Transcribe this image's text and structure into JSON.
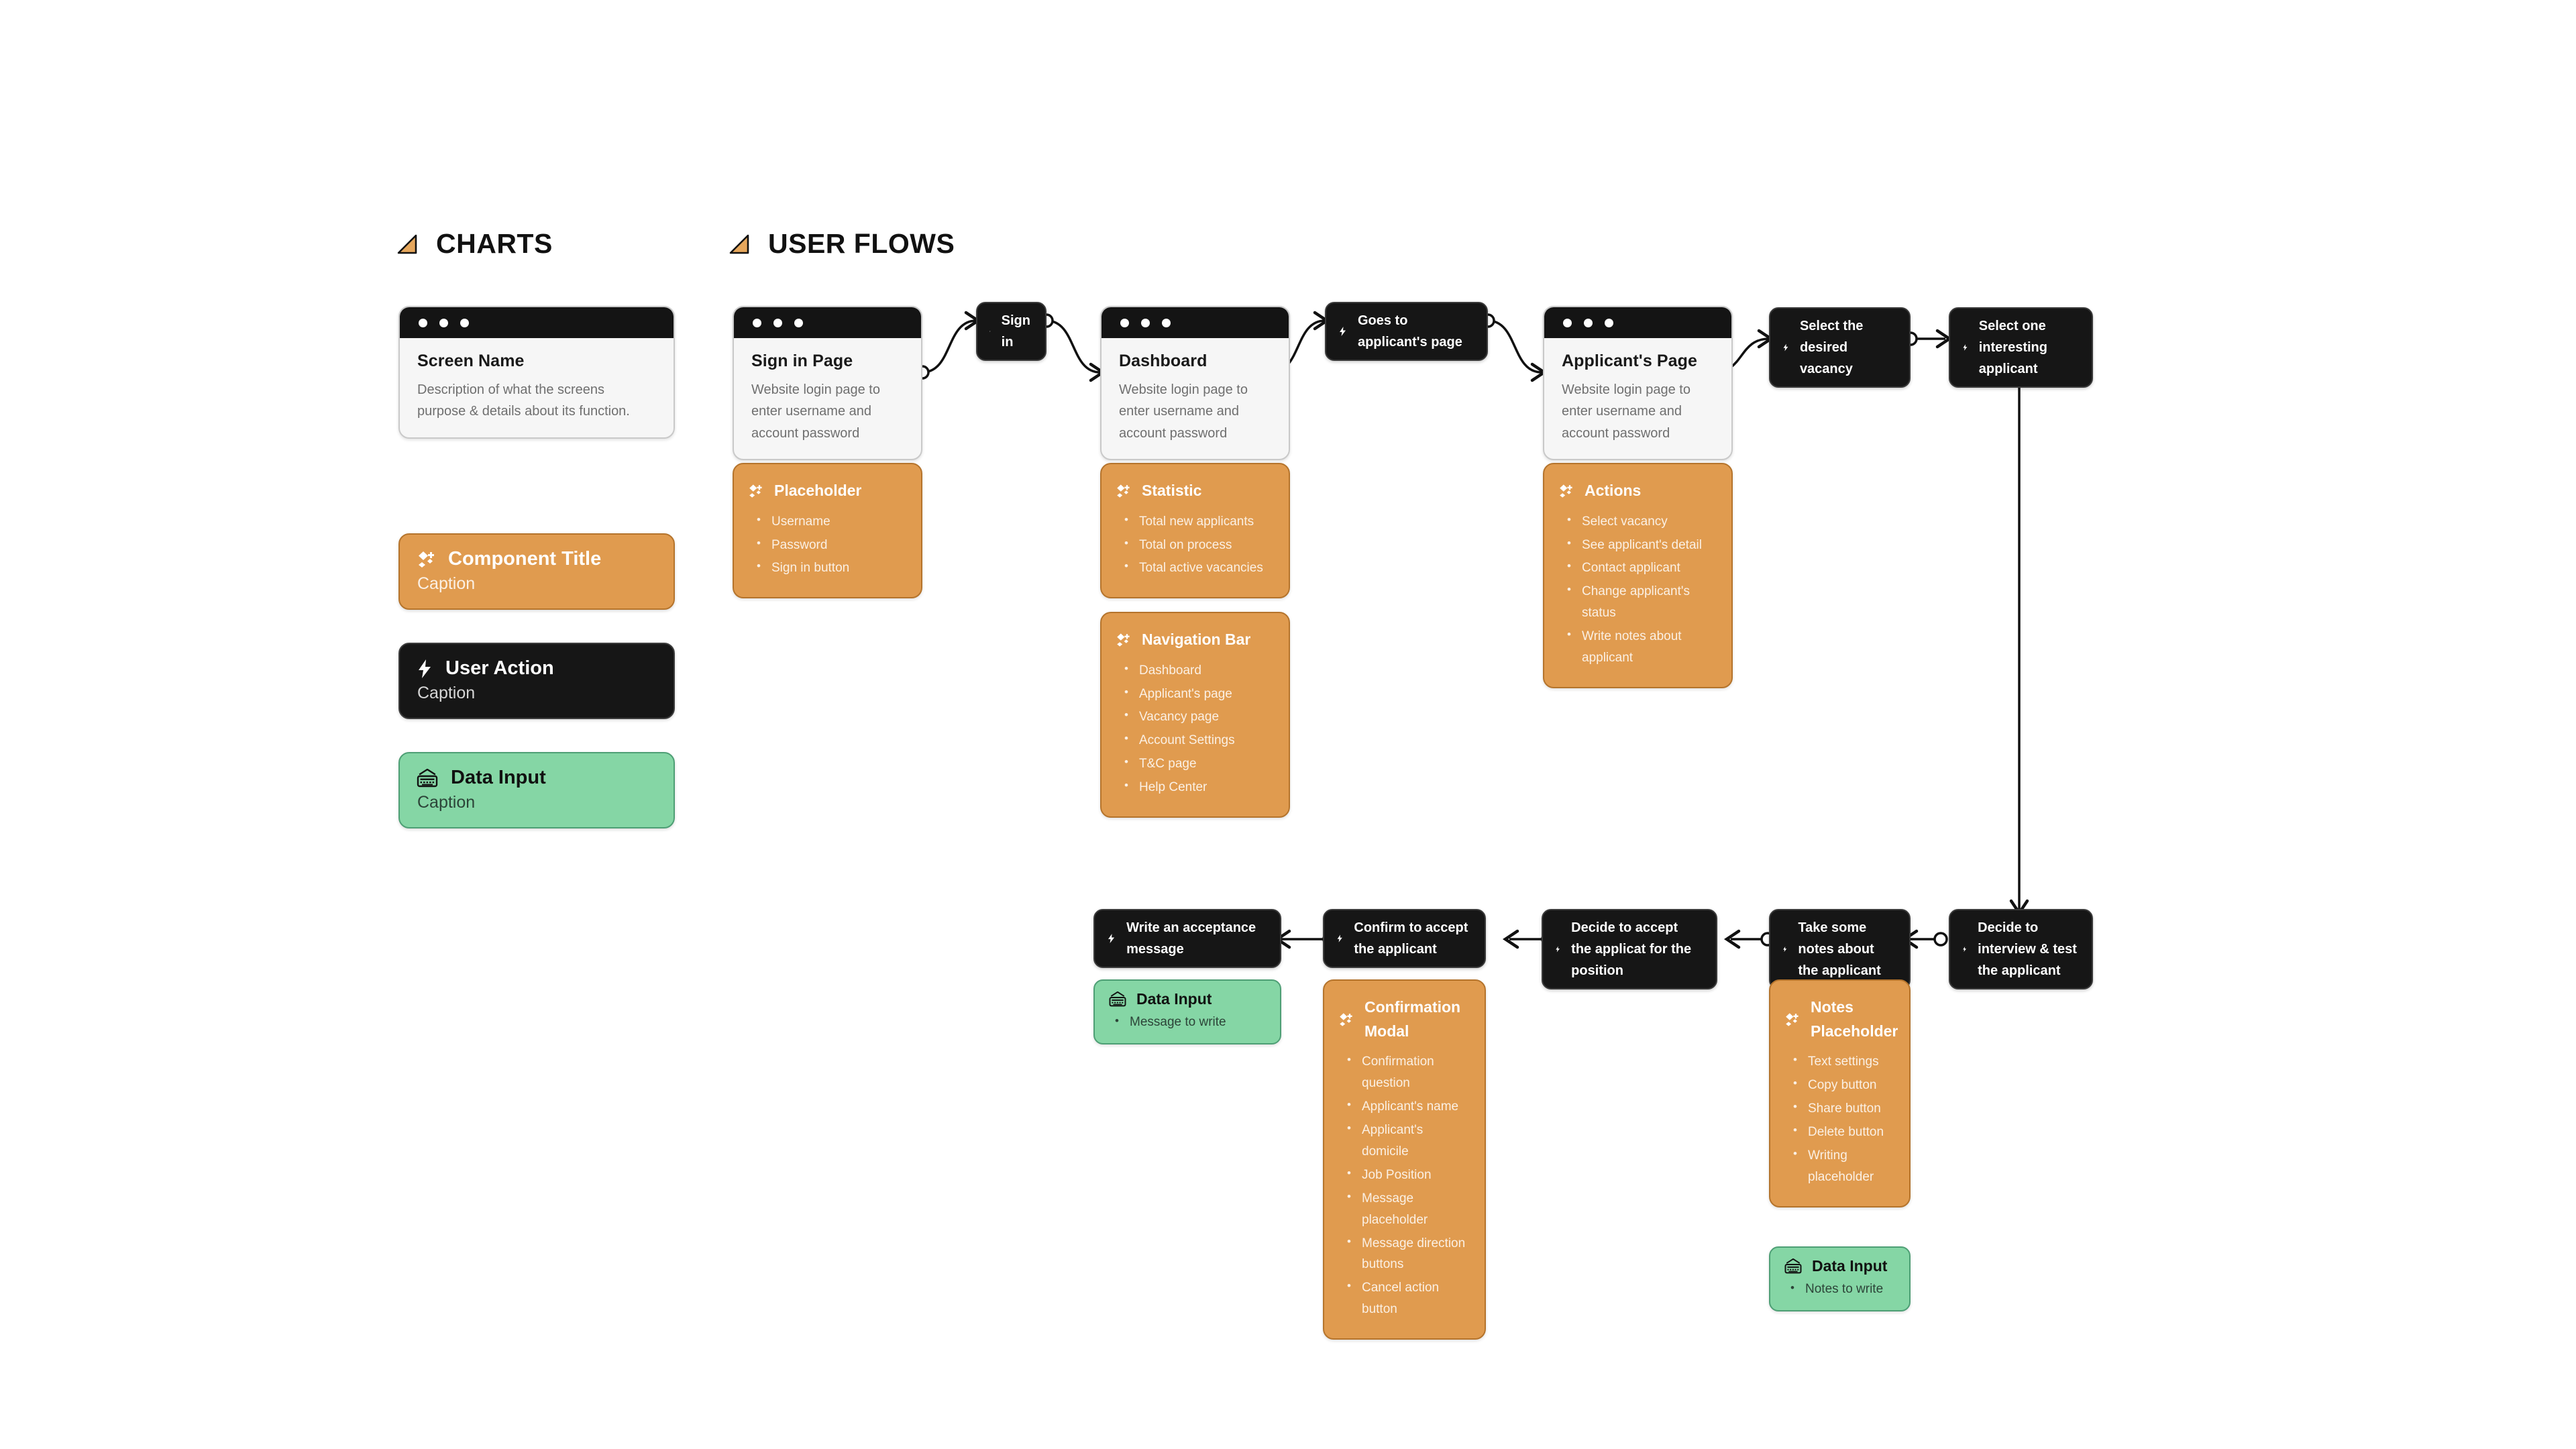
{
  "sections": {
    "charts": {
      "title": "CHARTS",
      "icon": "triangle-chart-icon"
    },
    "user_flows": {
      "title": "USER FLOWS",
      "icon": "triangle-chart-icon"
    }
  },
  "colors": {
    "orange": "#E09B4F",
    "orange_border": "#B5742C",
    "black": "#161616",
    "green": "#85D6A5",
    "green_border": "#4E9F75",
    "screen_bg": "#F6F6F6",
    "screen_border": "#C9C9C9",
    "wire": "#111111"
  },
  "legend": {
    "screen_example": {
      "title": "Screen Name",
      "description": "Description of what the screens purpose & details about its function."
    },
    "component": {
      "icon": "component-diamond-icon",
      "title": "Component Title",
      "caption": "Caption"
    },
    "user_action": {
      "icon": "bolt-icon",
      "title": "User Action",
      "caption": "Caption"
    },
    "data_input": {
      "icon": "keyboard-icon",
      "title": "Data Input",
      "caption": "Caption"
    }
  },
  "flow": {
    "screens": [
      {
        "id": "sign-in-page",
        "title": "Sign in Page",
        "description": "Website login page to enter username and account password"
      },
      {
        "id": "dashboard",
        "title": "Dashboard",
        "description": "Website login page to enter username and account password"
      },
      {
        "id": "applicants-page",
        "title": "Applicant's Page",
        "description": "Website login page to enter username and account password"
      }
    ],
    "components": [
      {
        "id": "placeholder",
        "icon": "component-diamond-icon",
        "title": "Placeholder",
        "items": [
          "Username",
          "Password",
          "Sign in button"
        ]
      },
      {
        "id": "statistic",
        "icon": "component-diamond-icon",
        "title": "Statistic",
        "items": [
          "Total new applicants",
          "Total on process",
          "Total active vacancies"
        ]
      },
      {
        "id": "navigation-bar",
        "icon": "component-diamond-icon",
        "title": "Navigation Bar",
        "items": [
          "Dashboard",
          "Applicant's page",
          "Vacancy page",
          "Account Settings",
          "T&C page",
          "Help Center"
        ]
      },
      {
        "id": "actions",
        "icon": "component-diamond-icon",
        "title": "Actions",
        "items": [
          "Select vacancy",
          "See applicant's detail",
          "Contact applicant",
          "Change applicant's status",
          "Write notes about applicant"
        ]
      },
      {
        "id": "confirmation-modal",
        "icon": "component-diamond-icon",
        "title": "Confirmation Modal",
        "items": [
          "Confirmation question",
          "Applicant's name",
          "Applicant's domicile",
          "Job Position",
          "Message placeholder",
          "Message direction buttons",
          "Cancel action button"
        ]
      },
      {
        "id": "notes-placeholder",
        "icon": "component-diamond-icon",
        "title": "Notes Placeholder",
        "items": [
          "Text settings",
          "Copy button",
          "Share button",
          "Delete button",
          "Writing placeholder"
        ]
      }
    ],
    "actions": [
      {
        "id": "sign-in",
        "icon": "bolt-icon",
        "label": "Sign in"
      },
      {
        "id": "goes-to-applicants-page",
        "icon": "bolt-icon",
        "label": "Goes to applicant's page"
      },
      {
        "id": "select-the-desired-vacancy",
        "icon": "bolt-icon",
        "label": "Select the desired vacancy"
      },
      {
        "id": "select-one-interesting-applicant",
        "icon": "bolt-icon",
        "label": "Select one interesting applicant"
      },
      {
        "id": "decide-to-interview-test",
        "icon": "bolt-icon",
        "label": "Decide to interview & test the applicant"
      },
      {
        "id": "take-some-notes",
        "icon": "bolt-icon",
        "label": "Take some notes about the applicant"
      },
      {
        "id": "decide-to-accept",
        "icon": "bolt-icon",
        "label": "Decide to accept the applicat for the position"
      },
      {
        "id": "confirm-to-accept",
        "icon": "bolt-icon",
        "label": "Confirm to accept the applicant"
      },
      {
        "id": "write-acceptance-message",
        "icon": "bolt-icon",
        "label": "Write an acceptance message"
      }
    ],
    "data_inputs": [
      {
        "id": "message-to-write",
        "icon": "keyboard-icon",
        "title": "Data Input",
        "items": [
          "Message to write"
        ]
      },
      {
        "id": "notes-to-write",
        "icon": "keyboard-icon",
        "title": "Data Input",
        "items": [
          "Notes to write"
        ]
      }
    ]
  }
}
